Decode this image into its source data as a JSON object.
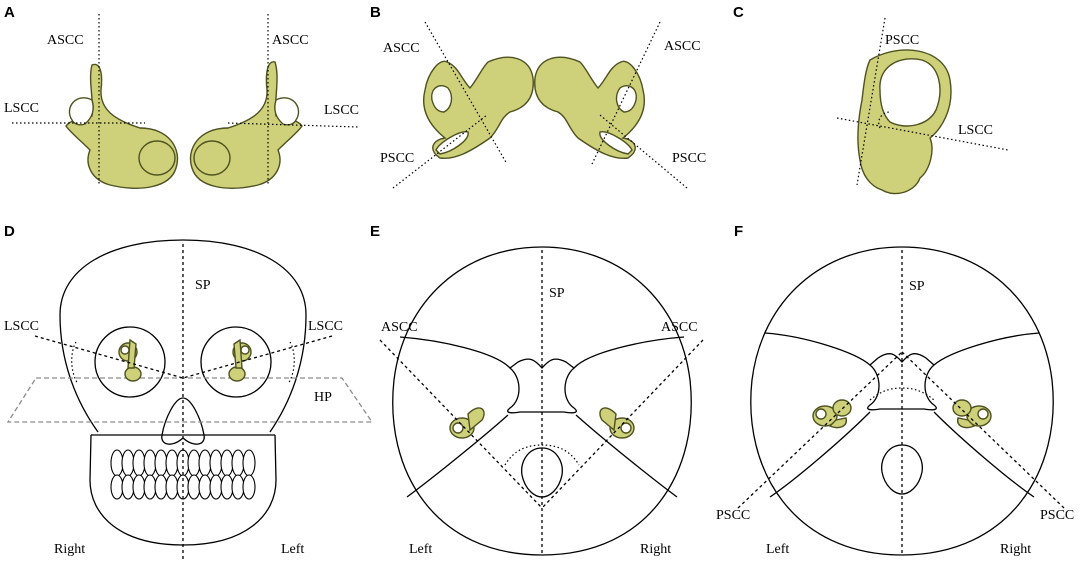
{
  "panels": {
    "a": {
      "letter": "A",
      "ascc": "ASCC",
      "lscc": "LSCC"
    },
    "b": {
      "letter": "B",
      "ascc_left": "ASCC",
      "ascc_right": "ASCC",
      "pscc_left": "PSCC",
      "pscc_right": "PSCC"
    },
    "c": {
      "letter": "C",
      "pscc": "PSCC",
      "lscc": "LSCC"
    },
    "d": {
      "letter": "D",
      "sp": "SP",
      "lscc_left": "LSCC",
      "lscc_right": "LSCC",
      "hp": "HP",
      "right": "Right",
      "left": "Left"
    },
    "e": {
      "letter": "E",
      "sp": "SP",
      "ascc_left": "ASCC",
      "ascc_right": "ASCC",
      "left": "Left",
      "right": "Right"
    },
    "f": {
      "letter": "F",
      "sp": "SP",
      "pscc_left": "PSCC",
      "pscc_right": "PSCC",
      "left": "Left",
      "right": "Right"
    }
  },
  "colors": {
    "inner_ear": "#cfd07a",
    "inner_ear_outline": "#4e5220",
    "outline": "#000000",
    "horizontal_plane": "#8c8c8c"
  }
}
